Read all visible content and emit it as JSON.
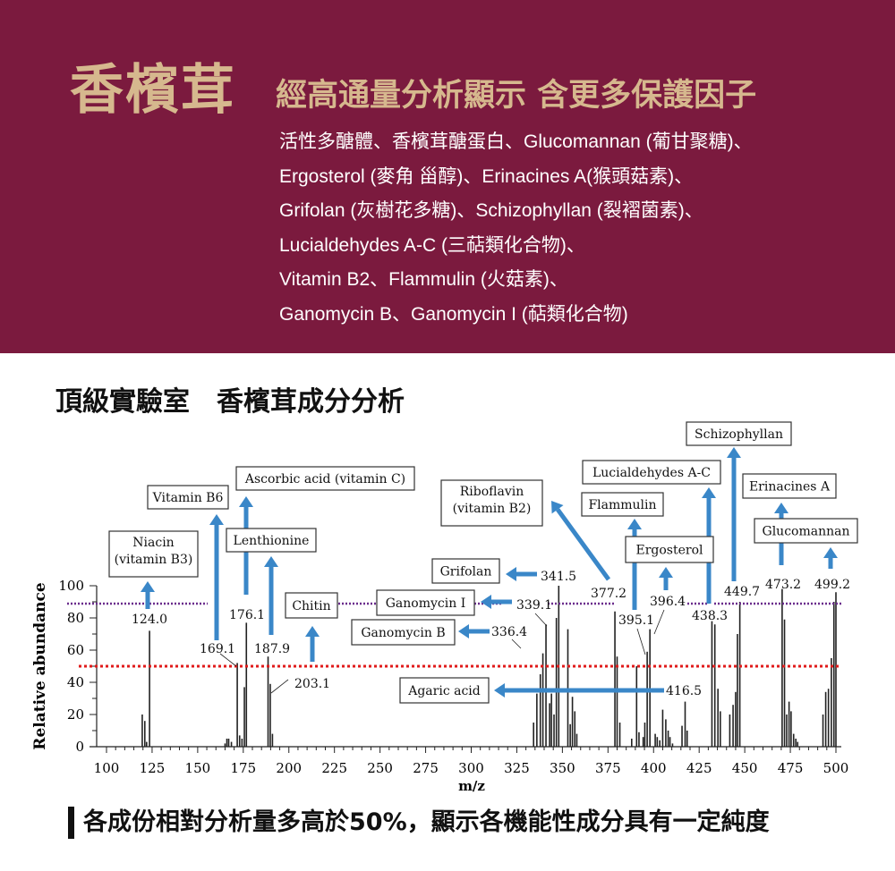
{
  "header": {
    "brand": "香檳茸",
    "subtitle": "經高通量分析顯示 含更多保護因子",
    "components": [
      "活性多醣體、香檳茸醣蛋白、Glucomannan (葡甘聚糖)、",
      "Ergosterol (麥角 甾醇)、Erinacines A(猴頭菇素)、",
      "Grifolan (灰樹花多糖)、Schizophyllan (裂褶菌素)、",
      "Lucialdehydes A-C (三萜類化合物)、",
      "Vitamin B2、Flammulin (火菇素)、",
      "Ganomycin B、Ganomycin I (萜類化合物)"
    ]
  },
  "section_title": "頂級實驗室　香檳茸成分分析",
  "footer": "各成份相對分析量多高於50%，顯示各機能性成分具有一定純度",
  "colors": {
    "banner": "#7b1a3e",
    "gold": "#d6b88e",
    "arrow": "#3a87c8",
    "threshold": "#e01b1b",
    "upper": "#6a2c8c"
  },
  "chart_data": {
    "type": "bar",
    "xlabel": "m/z",
    "ylabel": "Relative abundance",
    "xlim": [
      100,
      500
    ],
    "ylim": [
      0,
      100
    ],
    "xticks": [
      100,
      125,
      150,
      175,
      200,
      225,
      250,
      275,
      300,
      325,
      350,
      375,
      400,
      425,
      450,
      475,
      500
    ],
    "yticks": [
      0,
      20,
      40,
      60,
      80,
      100
    ],
    "reference_lines": [
      {
        "y": 50,
        "style": "red dotted"
      },
      {
        "y": 90,
        "style": "purple dotted"
      }
    ],
    "peaks": [
      [
        119.6,
        20
      ],
      [
        121,
        16
      ],
      [
        122,
        3
      ],
      [
        123.6,
        72
      ],
      [
        165,
        2
      ],
      [
        166,
        5
      ],
      [
        167,
        5
      ],
      [
        168.5,
        3
      ],
      [
        171.7,
        52
      ],
      [
        173,
        7
      ],
      [
        174.3,
        5
      ],
      [
        175.6,
        37
      ],
      [
        176.7,
        77
      ],
      [
        188.6,
        56
      ],
      [
        189.8,
        39
      ],
      [
        191,
        8
      ],
      [
        334.2,
        15
      ],
      [
        336,
        33
      ],
      [
        337.9,
        45
      ],
      [
        339.3,
        58
      ],
      [
        341,
        76
      ],
      [
        343,
        27
      ],
      [
        344,
        33
      ],
      [
        345.4,
        20
      ],
      [
        346.7,
        80
      ],
      [
        348,
        100
      ],
      [
        353,
        73
      ],
      [
        354.3,
        14
      ],
      [
        355.5,
        31
      ],
      [
        356.8,
        22
      ],
      [
        357.9,
        8
      ],
      [
        378.8,
        84
      ],
      [
        380,
        56
      ],
      [
        381.5,
        15
      ],
      [
        388,
        5
      ],
      [
        390.7,
        50
      ],
      [
        392,
        9
      ],
      [
        394.3,
        6
      ],
      [
        395.2,
        15
      ],
      [
        396.5,
        59
      ],
      [
        398,
        73
      ],
      [
        400.9,
        8
      ],
      [
        402,
        6
      ],
      [
        403.4,
        4
      ],
      [
        405,
        23
      ],
      [
        406.7,
        17
      ],
      [
        408,
        10
      ],
      [
        409,
        6
      ],
      [
        410.4,
        2
      ],
      [
        415.6,
        13
      ],
      [
        417.3,
        28
      ],
      [
        418.4,
        10
      ],
      [
        432,
        78
      ],
      [
        433.6,
        76
      ],
      [
        435.3,
        36
      ],
      [
        436.6,
        22
      ],
      [
        441.8,
        20
      ],
      [
        443.6,
        26
      ],
      [
        445,
        34
      ],
      [
        446,
        70
      ],
      [
        447.3,
        90
      ],
      [
        470.5,
        98
      ],
      [
        471.8,
        79
      ],
      [
        473,
        20
      ],
      [
        474.3,
        28
      ],
      [
        475.4,
        22
      ],
      [
        476.8,
        8
      ],
      [
        478,
        5
      ],
      [
        479,
        3
      ],
      [
        492.9,
        20
      ],
      [
        494.4,
        34
      ],
      [
        495.9,
        36
      ],
      [
        497.5,
        55
      ],
      [
        498.9,
        90
      ],
      [
        500,
        96
      ]
    ],
    "peak_labels": [
      "124.0",
      "176.1",
      "169.1",
      "187.9",
      "203.1",
      "341.5",
      "339.1",
      "336.4",
      "377.2",
      "396.4",
      "395.1",
      "438.3",
      "449.7",
      "473.2",
      "499.2",
      "416.5"
    ],
    "compounds": [
      "Schizophyllan",
      "Lucialdehydes A-C",
      "Erinacines A",
      "Flammulin",
      "Glucomannan",
      "Ergosterol",
      "Riboflavin",
      "(vitamin B2)",
      "Ascorbic acid (vitamin C)",
      "Vitamin B6",
      "Lenthionine",
      "Niacin",
      "(vitamin B3)",
      "Chitin",
      "Grifolan",
      "Ganomycin I",
      "Ganomycin B",
      "Agaric acid"
    ]
  }
}
